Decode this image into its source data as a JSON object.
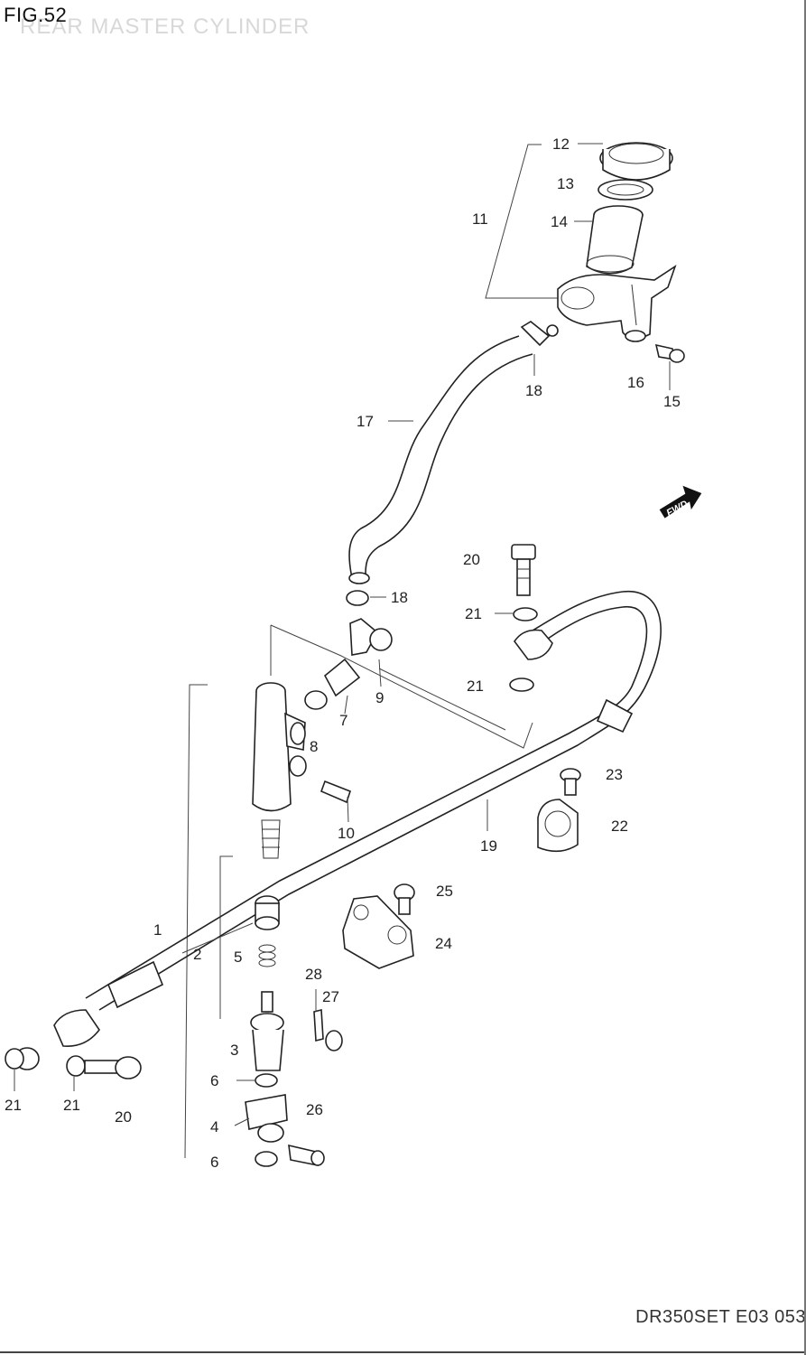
{
  "figure": {
    "title": "FIG.52",
    "subtitle": "REAR MASTER CYLINDER",
    "footer_code": "DR350SET E03 053",
    "fwd_label": "FWD"
  },
  "callouts": [
    "12",
    "13",
    "11",
    "14",
    "18",
    "16",
    "15",
    "17",
    "20",
    "18",
    "21",
    "21",
    "9",
    "7",
    "8",
    "23",
    "22",
    "10",
    "19",
    "25",
    "24",
    "1",
    "2",
    "5",
    "28",
    "27",
    "3",
    "6",
    "26",
    "4",
    "6",
    "21",
    "21",
    "20"
  ]
}
